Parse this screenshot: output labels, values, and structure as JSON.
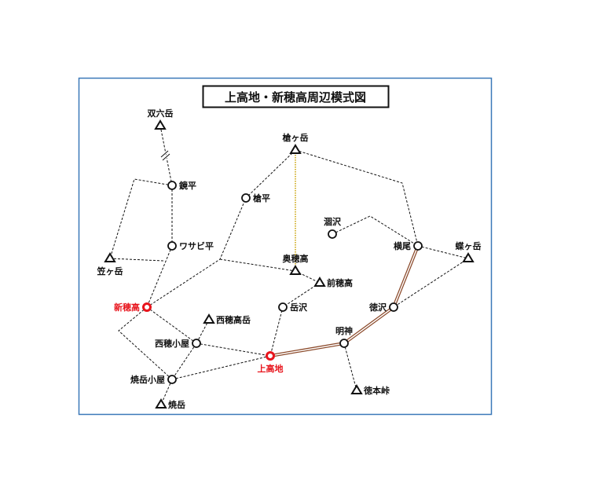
{
  "title": "上高地・新穂高周辺模式図",
  "colors": {
    "frame": "#3a78b8",
    "trail": "#111111",
    "highlight": "#e8141c",
    "route": "#8b4a2b",
    "dotted": "#c8a000"
  },
  "places": {
    "sugoroku": {
      "label": "双六岳",
      "type": "peak"
    },
    "kagamidaira": {
      "label": "鏡平",
      "type": "hut"
    },
    "yaridaira": {
      "label": "槍平",
      "type": "hut"
    },
    "yarigatake": {
      "label": "槍ヶ岳",
      "type": "peak"
    },
    "karasawa": {
      "label": "涸沢",
      "type": "hut"
    },
    "yokoo": {
      "label": "横尾",
      "type": "hut"
    },
    "chogatake": {
      "label": "蝶ヶ岳",
      "type": "peak"
    },
    "wasabidaira": {
      "label": "ワサビ平",
      "type": "hut"
    },
    "kasagatake": {
      "label": "笠ヶ岳",
      "type": "peak"
    },
    "okuhotaka": {
      "label": "奥穂高",
      "type": "peak"
    },
    "maehotaka": {
      "label": "前穂高",
      "type": "peak"
    },
    "shinhotaka": {
      "label": "新穂高",
      "type": "base"
    },
    "dakesawa": {
      "label": "岳沢",
      "type": "hut"
    },
    "tokusawa": {
      "label": "徳沢",
      "type": "hut"
    },
    "nishihotakadake": {
      "label": "西穂高岳",
      "type": "peak"
    },
    "myojin": {
      "label": "明神",
      "type": "hut"
    },
    "nishihotakoya": {
      "label": "西穂小屋",
      "type": "hut"
    },
    "kamikochi": {
      "label": "上高地",
      "type": "base"
    },
    "yakedakekoya": {
      "label": "焼岳小屋",
      "type": "hut"
    },
    "tokugo": {
      "label": "徳本峠",
      "type": "peak"
    },
    "yakedake": {
      "label": "焼岳",
      "type": "peak"
    }
  }
}
